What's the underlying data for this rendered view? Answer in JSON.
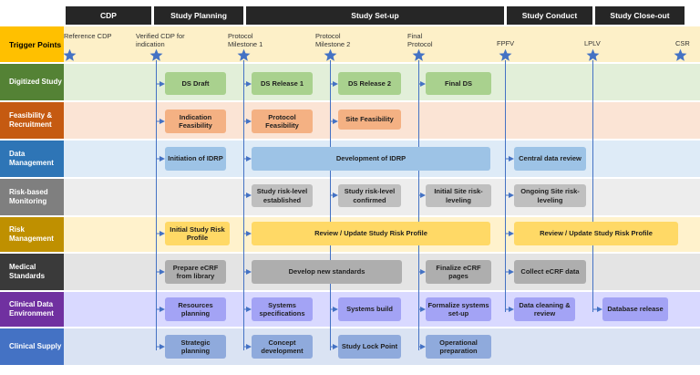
{
  "phases": [
    "CDP",
    "Study Planning",
    "Study Set-up",
    "Study Conduct",
    "Study Close-out"
  ],
  "trigger_label": "Trigger Points",
  "milestones": [
    "Reference CDP",
    "Verified CDP for indication",
    "Protocol Milestone 1",
    "Protocol Milestone 2",
    "Final Protocol",
    "FPFV",
    "LPLV",
    "CSR"
  ],
  "rows": {
    "digitized": {
      "label": "Digitized Study",
      "boxes": [
        "DS Draft",
        "DS Release 1",
        "DS Release 2",
        "Final DS"
      ]
    },
    "feasibility": {
      "label": "Feasibility & Recruitment",
      "boxes": [
        "Indication Feasibility",
        "Protocol Feasibility",
        "Site Feasibility"
      ]
    },
    "datamgmt": {
      "label": "Data Management",
      "boxes": [
        "Initiation of IDRP",
        "Development of IDRP",
        "Central data review"
      ]
    },
    "rbm": {
      "label": "Risk-based Monitoring",
      "boxes": [
        "Study risk-level established",
        "Study risk-level confirmed",
        "Initial Site risk-leveling",
        "Ongoing Site risk-leveling"
      ]
    },
    "riskmgmt": {
      "label": "Risk Management",
      "boxes": [
        "Initial Study Risk Profile",
        "Review / Update Study Risk Profile",
        "Review / Update Study Risk Profile"
      ]
    },
    "medstd": {
      "label": "Medical Standards",
      "boxes": [
        "Prepare eCRF from library",
        "Develop new standards",
        "Finalize eCRF pages",
        "Collect eCRF data"
      ]
    },
    "cde": {
      "label": "Clinical Data Environment",
      "boxes": [
        "Resources planning",
        "Systems specifications",
        "Systems build",
        "Formalize systems set-up",
        "Data cleaning & review",
        "Database release"
      ]
    },
    "supply": {
      "label": "Clinical Supply",
      "boxes": [
        "Strategic planning",
        "Concept development",
        "Study Lock Point",
        "Operational preparation"
      ]
    }
  },
  "colors": {
    "phase_bar": "#262626",
    "trigger": "#ffc000",
    "connector": "#4472c4",
    "star": "#4472c4"
  }
}
